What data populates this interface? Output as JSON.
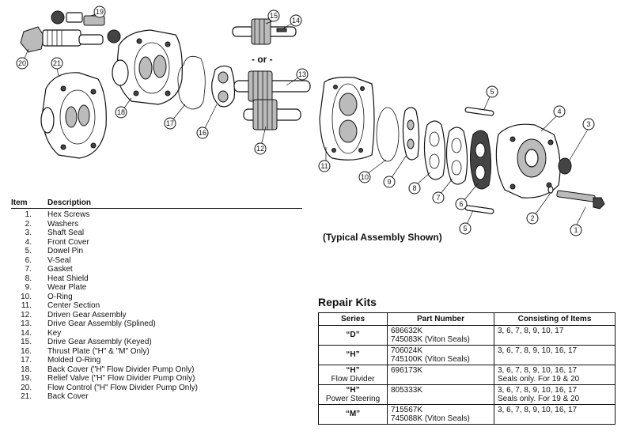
{
  "diagram": {
    "or_label": "- or -",
    "caption": "(Typical Assembly Shown)",
    "callouts": [
      "1",
      "2",
      "3",
      "4",
      "5",
      "5",
      "6",
      "7",
      "8",
      "9",
      "10",
      "11",
      "12",
      "13",
      "14",
      "15",
      "16",
      "17",
      "18",
      "19",
      "20",
      "21"
    ]
  },
  "items_table": {
    "headers": {
      "item": "Item",
      "description": "Description"
    },
    "rows": [
      {
        "num": "1.",
        "desc": "Hex Screws"
      },
      {
        "num": "2.",
        "desc": "Washers"
      },
      {
        "num": "3.",
        "desc": "Shaft Seal"
      },
      {
        "num": "4.",
        "desc": "Front Cover"
      },
      {
        "num": "5.",
        "desc": "Dowel Pin"
      },
      {
        "num": "6.",
        "desc": "V-Seal"
      },
      {
        "num": "7.",
        "desc": "Gasket"
      },
      {
        "num": "8.",
        "desc": "Heat Shield"
      },
      {
        "num": "9.",
        "desc": "Wear Plate"
      },
      {
        "num": "10.",
        "desc": "O-Ring"
      },
      {
        "num": "11.",
        "desc": "Center Section"
      },
      {
        "num": "12.",
        "desc": "Driven Gear Assembly"
      },
      {
        "num": "13.",
        "desc": "Drive Gear Assembly (Splined)"
      },
      {
        "num": "14.",
        "desc": "Key"
      },
      {
        "num": "15.",
        "desc": "Drive Gear Assembly (Keyed)"
      },
      {
        "num": "16.",
        "desc": "Thrust Plate (\"H\" & \"M\" Only)"
      },
      {
        "num": "17.",
        "desc": "Molded O-Ring"
      },
      {
        "num": "18.",
        "desc": "Back Cover (\"H\" Flow Divider Pump Only)"
      },
      {
        "num": "19.",
        "desc": "Relief Valve (\"H\" Flow Divider Pump Only)"
      },
      {
        "num": "20.",
        "desc": "Flow Control (\"H\" Flow Divider Pump Only)"
      },
      {
        "num": "21.",
        "desc": "Back Cover"
      }
    ]
  },
  "repair_kits": {
    "title": "Repair Kits",
    "headers": {
      "series": "Series",
      "part_number": "Part Number",
      "items": "Consisting of Items"
    },
    "rows": [
      {
        "series": "“D”",
        "series_sub": "",
        "part_number": "686632K\n745083K (Viton Seals)",
        "items": "3, 6, 7, 8, 9, 10, 17"
      },
      {
        "series": "“H”",
        "series_sub": "",
        "part_number": "706024K\n745100K (Viton Seals)",
        "items": "3, 6, 7, 8, 9, 10, 16, 17"
      },
      {
        "series": "“H”",
        "series_sub": "Flow Divider",
        "part_number": "696173K",
        "items": "3, 6, 7, 8, 9, 10, 16, 17\nSeals only. For 19 & 20"
      },
      {
        "series": "“H”",
        "series_sub": "Power Steering",
        "part_number": "805333K",
        "items": "3, 6, 7, 8, 9, 10, 16, 17\nSeals only. For 19 & 20"
      },
      {
        "series": "“M”",
        "series_sub": "",
        "part_number": "715567K\n745088K (Viton Seals)",
        "items": "3, 6, 7, 8, 9, 10, 16, 17"
      }
    ]
  }
}
